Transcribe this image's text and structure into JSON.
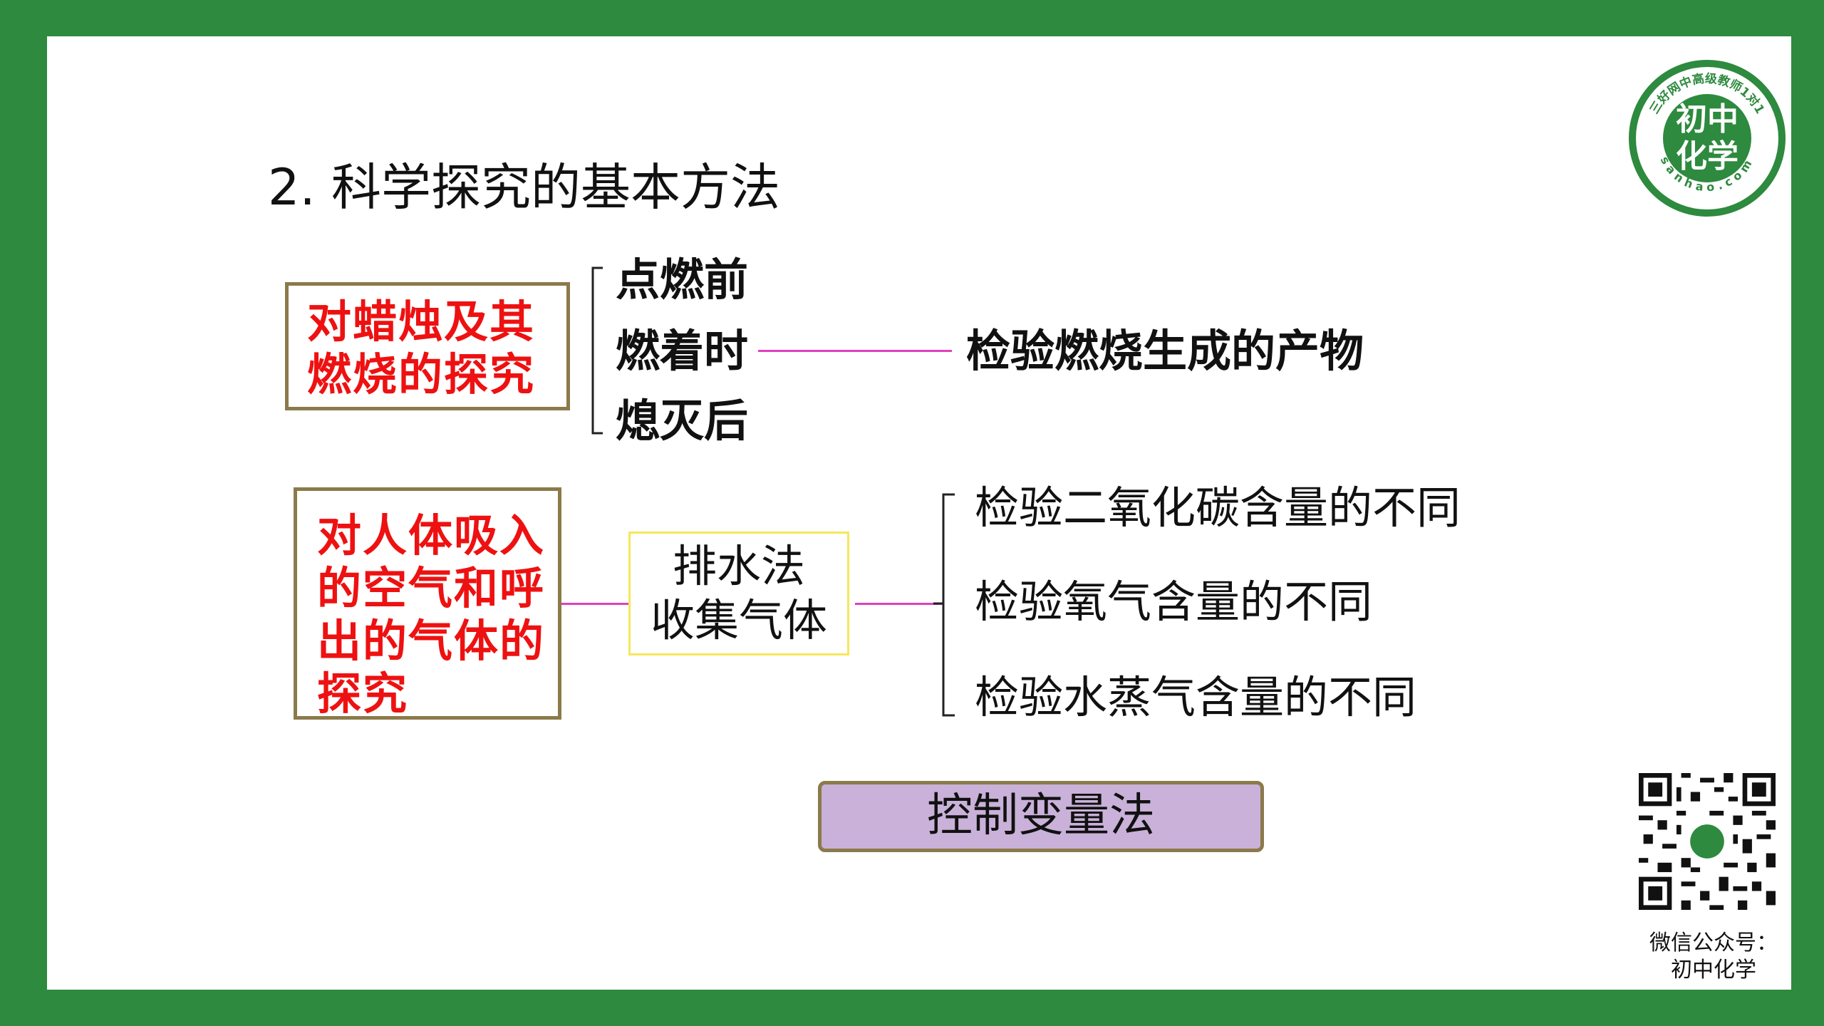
{
  "title": "2. 科学探究的基本方法",
  "candle": {
    "label_line1": "对蜡烛及其",
    "label_line2": "燃烧的探究",
    "stages": [
      "点燃前",
      "燃着时",
      "熄灭后"
    ],
    "result": "检验燃烧生成的产物"
  },
  "breath": {
    "label_lines": [
      "对人体吸入",
      "的空气和呼",
      "出的气体的",
      "探究"
    ],
    "method_line1": "排水法",
    "method_line2": "收集气体",
    "tests": [
      "检验二氧化碳含量的不同",
      "检验氧气含量的不同",
      "检验水蒸气含量的不同"
    ]
  },
  "conclusion": "控制变量法",
  "logo": {
    "line1": "初中",
    "line2": "化学",
    "ring_top": "三好网中高级教师1对1",
    "ring_bottom": "sanhao.com"
  },
  "wechat": {
    "line1": "微信公众号：",
    "line2": "初中化学"
  },
  "colors": {
    "frame": "#2d8a3e",
    "label_red": "#ee1111",
    "connector": "#e040c0",
    "box_border": "#8b7a4a",
    "method_border": "#f5e85a",
    "conclusion_fill": "#c9b1d9"
  }
}
